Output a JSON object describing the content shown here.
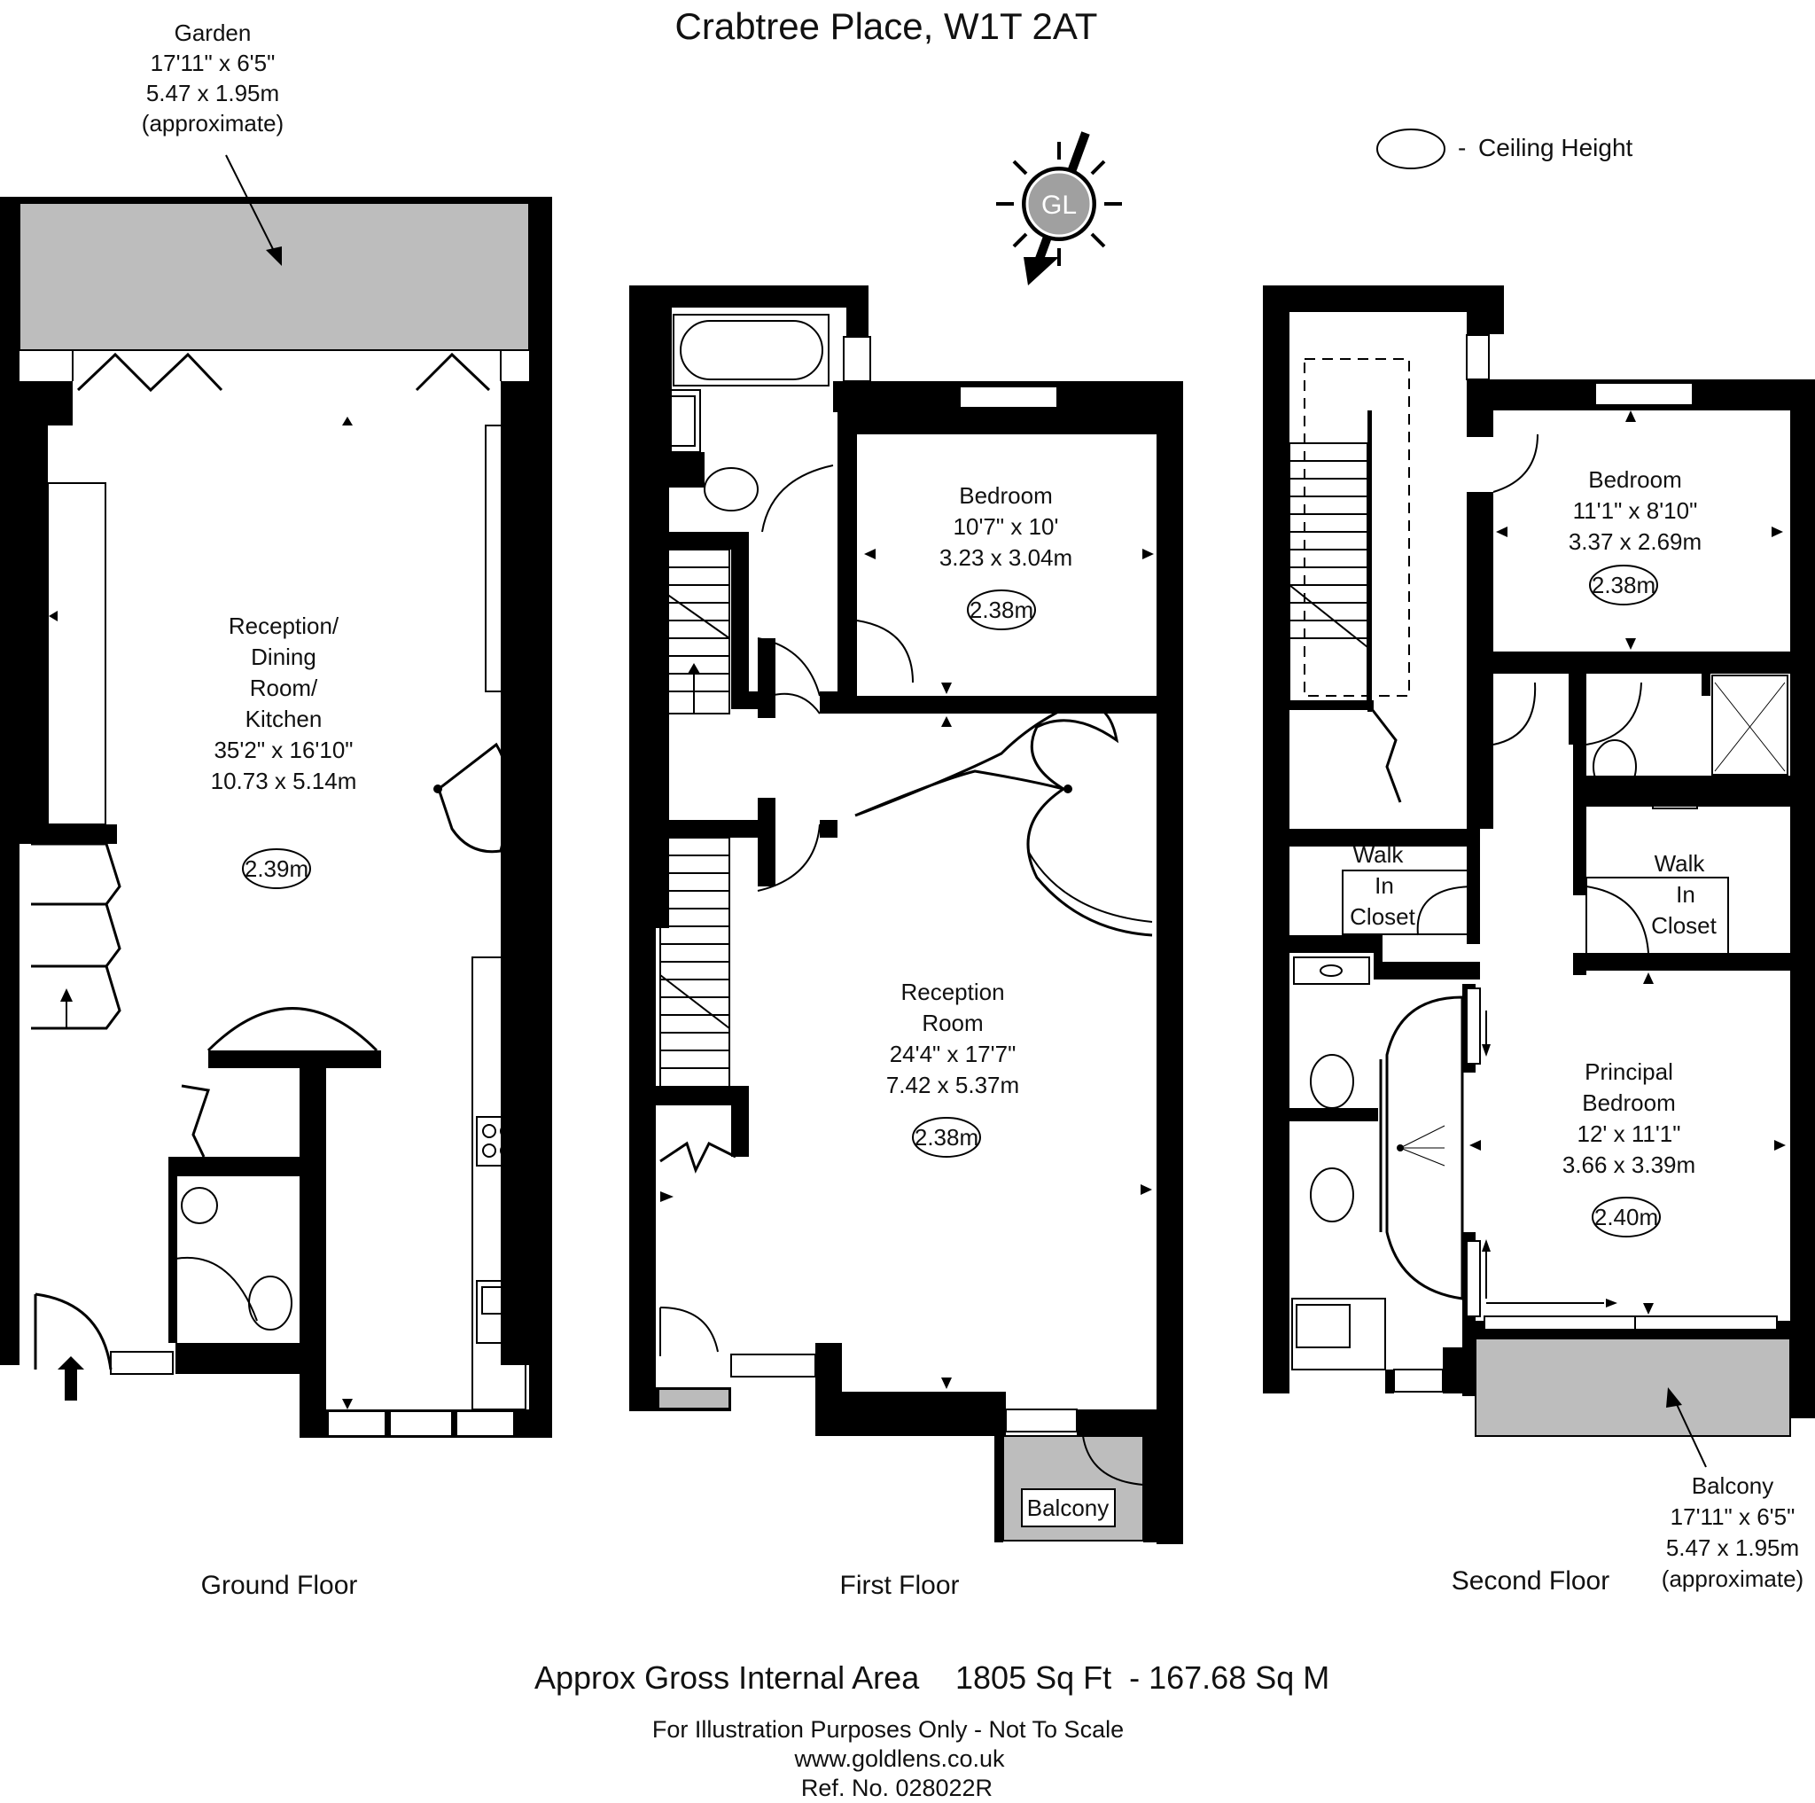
{
  "title": "Crabtree Place, W1T 2AT",
  "legend": {
    "dash": "-",
    "label": "Ceiling Height"
  },
  "compass": {
    "logo": "GL"
  },
  "floors": {
    "ground": "Ground Floor",
    "first": "First Floor",
    "second": "Second Floor"
  },
  "rooms": {
    "garden": [
      "Garden",
      "17'11\" x 6'5\"",
      "5.47 x 1.95m",
      "(approximate)"
    ],
    "reception_dining": [
      "Reception/",
      "Dining",
      "Room/",
      "Kitchen",
      "35'2\" x 16'10\"",
      "10.73 x 5.14m"
    ],
    "ground_height": "2.39m",
    "bedroom_first": [
      "Bedroom",
      "10'7\" x 10'",
      "3.23 x 3.04m"
    ],
    "bedroom_first_height": "2.38m",
    "reception_room": [
      "Reception",
      "Room",
      "24'4\" x 17'7\"",
      "7.42 x 5.37m"
    ],
    "reception_height": "2.38m",
    "balcony_first": "Balcony",
    "bedroom_second": [
      "Bedroom",
      "11'1\" x 8'10\"",
      "3.37 x 2.69m"
    ],
    "bedroom_second_height": "2.38m",
    "walk_in_left": [
      "Walk",
      "In",
      "Closet"
    ],
    "walk_in_right": [
      "Walk",
      "In",
      "Closet"
    ],
    "principal": [
      "Principal",
      "Bedroom",
      "12' x 11'1\"",
      "3.66 x 3.39m"
    ],
    "principal_height": "2.40m",
    "balcony_second": [
      "Balcony",
      "17'11\" x 6'5\"",
      "5.47 x 1.95m",
      "(approximate)"
    ]
  },
  "footer": {
    "area_label": "Approx Gross Internal Area",
    "area_value": "1805 Sq Ft  - 167.68 Sq M",
    "disclaimer": "For Illustration Purposes Only - Not To Scale",
    "website": "www.goldlens.co.uk",
    "ref": "Ref. No. 028022R"
  },
  "colors": {
    "wall": "#000000",
    "exterior": "#bdbdbd",
    "paper": "#ffffff"
  }
}
